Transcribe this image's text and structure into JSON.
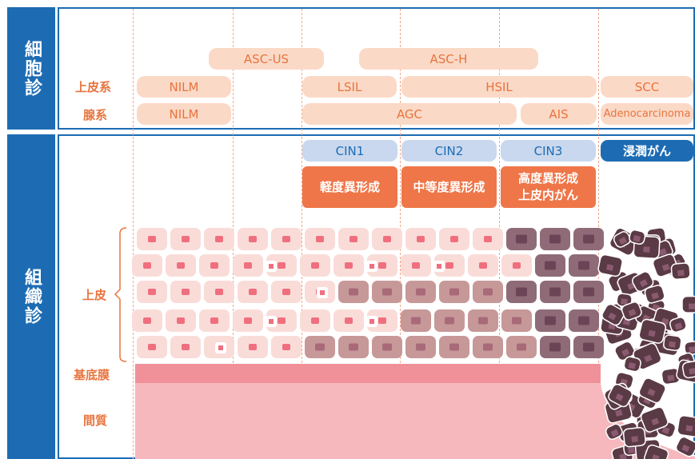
{
  "sections": {
    "cytology": "細胞診",
    "histology": "組織診"
  },
  "row_labels": {
    "squamous": "上皮系",
    "glandular": "腺系",
    "epithelium": "上皮",
    "basement_membrane": "基底膜",
    "stroma": "間質"
  },
  "cytology_pills": {
    "asc_us": "ASC-US",
    "asc_h": "ASC-H",
    "nilm_squamous": "NILM",
    "lsil": "LSIL",
    "hsil": "HSIL",
    "scc": "SCC",
    "nilm_glandular": "NILM",
    "agc": "AGC",
    "ais": "AIS",
    "adenocarcinoma": "Adenocarcinoma"
  },
  "cin_labels": {
    "cin1": "CIN1",
    "cin2": "CIN2",
    "cin3": "CIN3",
    "invasive": "浸潤がん"
  },
  "grade_labels": {
    "mild": "軽度異形成",
    "moderate": "中等度異形成",
    "severe_line1": "高度異形成",
    "severe_line2": "上皮内がん"
  },
  "colors": {
    "frame_blue": "#1d6cb3",
    "pill_fill": "#fbd9c7",
    "pill_text": "#e8743e",
    "cin_fill": "#c9d8ee",
    "grade_fill": "#ef7648",
    "basement": "#f0919a",
    "stroma": "#f6b8bd",
    "cell_normal": "#f9dcd8",
    "nucleus_normal": "#ef6f7f",
    "cell_dysplastic": "#c79898",
    "cell_severe": "#8f6b78",
    "cancer_cell": "#5a3a44"
  }
}
